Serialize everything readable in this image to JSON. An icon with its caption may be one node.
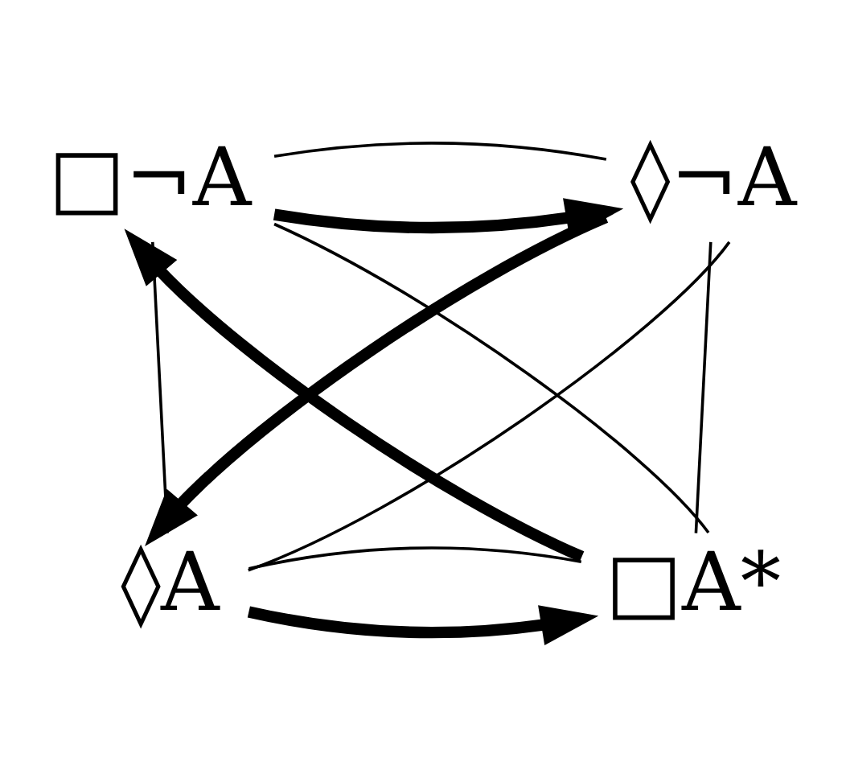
{
  "diagram": {
    "nodes": [
      {
        "text": [
          "□¬A"
        ]
      },
      {
        "text": [
          "◊¬A"
        ]
      },
      {
        "text": [
          "□A*"
        ]
      },
      {
        "text": [
          "◊A"
        ]
      }
    ],
    "edges": [
      {
        "from": 0,
        "to": 1,
        "arrow": "to",
        "style": "thick"
      },
      {
        "from": 1,
        "to": 3,
        "arrow": "to",
        "style": "thick"
      },
      {
        "from": 3,
        "to": 2,
        "arrow": "to",
        "style": "thick"
      },
      {
        "from": 2,
        "to": 0,
        "arrow": "to",
        "style": "thick"
      },
      {
        "from": 0,
        "to": 1,
        "arrow": "none"
      },
      {
        "from": 1,
        "to": 3,
        "arrow": "none"
      },
      {
        "from": 3,
        "to": 2,
        "arrow": "none"
      },
      {
        "from": 2,
        "to": 0,
        "arrow": "none"
      },
      {
        "from": 0,
        "to": 3,
        "arrow": "none"
      },
      {
        "from": 1,
        "to": 2,
        "arrow": "none"
      }
    ]
  }
}
